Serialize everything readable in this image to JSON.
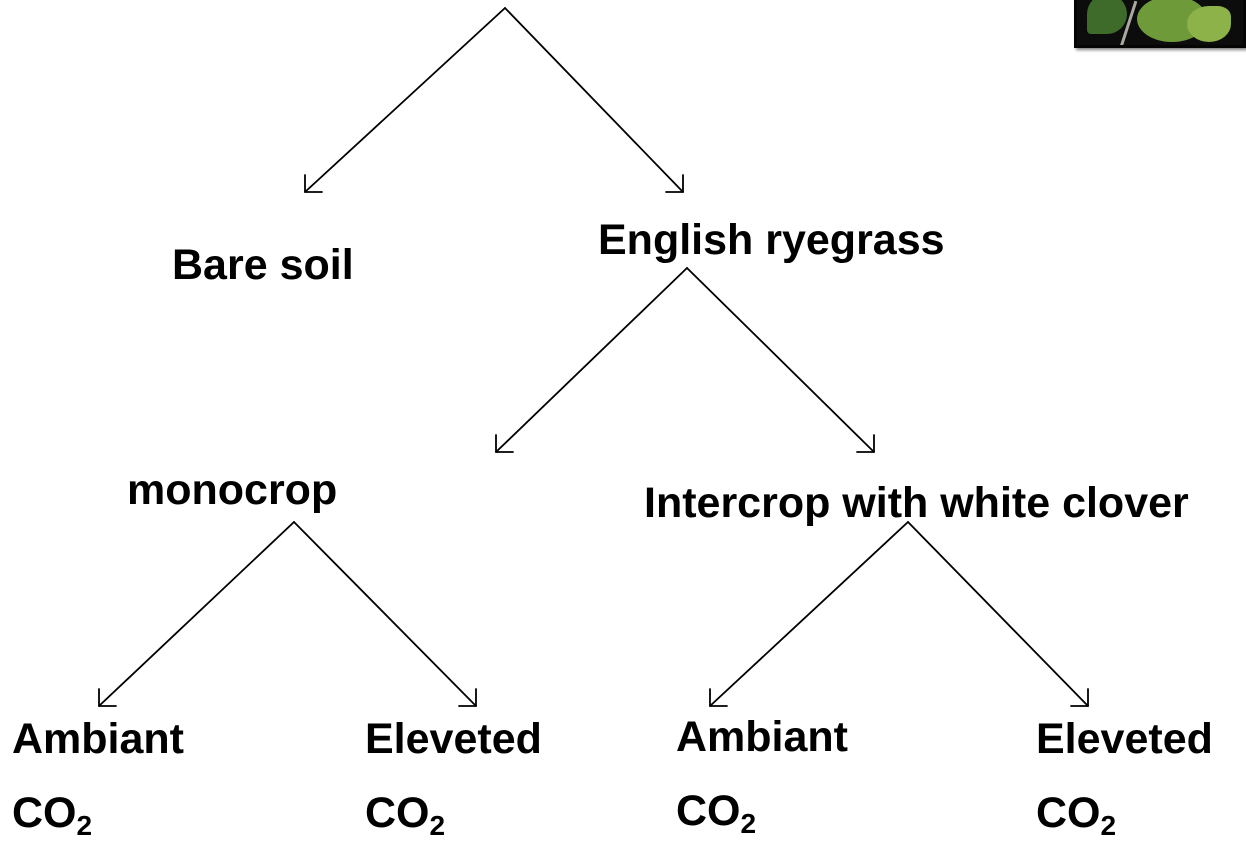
{
  "diagram": {
    "nodes": {
      "bare_soil": "Bare soil",
      "english_ryegrass": "English ryegrass",
      "monocrop": "monocrop",
      "intercrop": "Intercrop with white clover",
      "ambient_1": "Ambiant",
      "elevated_1": "Eleveted",
      "ambient_2": "Ambiant",
      "elevated_2": "Eleveted",
      "co2_base": "CO",
      "co2_sub": "2"
    },
    "edges": [
      {
        "from": "top",
        "to": "bare_soil"
      },
      {
        "from": "top",
        "to": "english_ryegrass"
      },
      {
        "from": "english_ryegrass",
        "to": "monocrop"
      },
      {
        "from": "english_ryegrass",
        "to": "intercrop"
      },
      {
        "from": "monocrop",
        "to": "ambient_1"
      },
      {
        "from": "monocrop",
        "to": "elevated_1"
      },
      {
        "from": "intercrop",
        "to": "ambient_2"
      },
      {
        "from": "intercrop",
        "to": "elevated_2"
      }
    ],
    "colors": {
      "line": "#000000",
      "text": "#000000",
      "background": "#ffffff"
    },
    "photo": {
      "icon": "plant-photo-thumbnail"
    }
  }
}
